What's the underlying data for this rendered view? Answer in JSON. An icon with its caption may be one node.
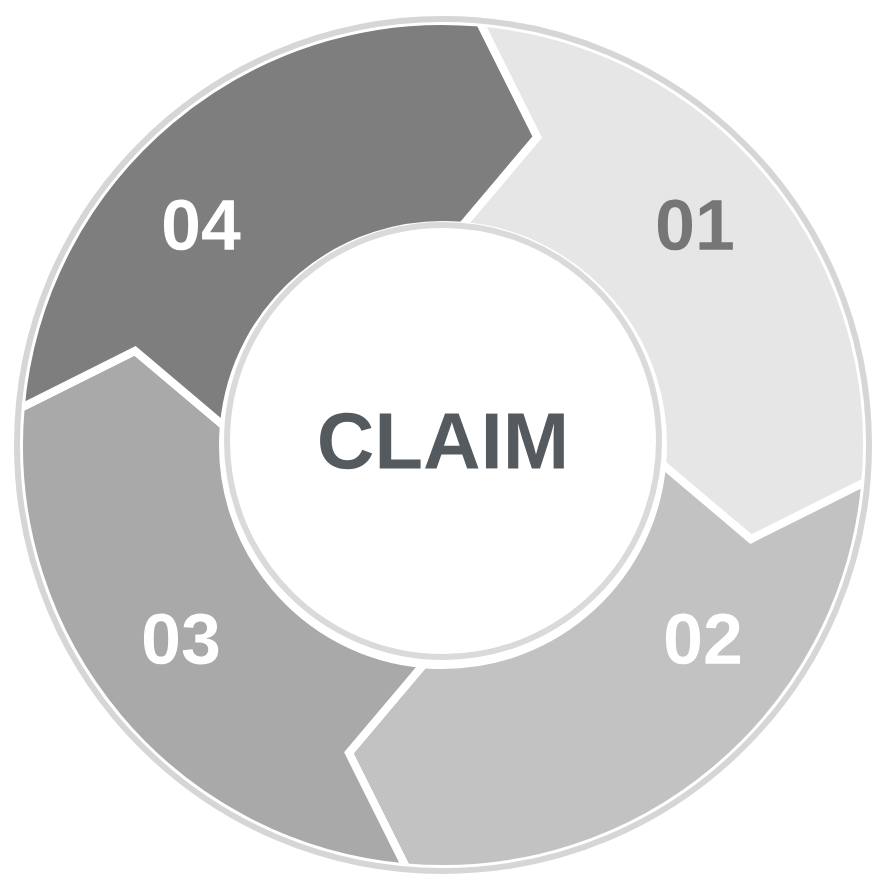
{
  "diagram": {
    "nodes": [
      {
        "text": [
          "01"
        ]
      },
      {
        "text": [
          "02"
        ]
      },
      {
        "text": [
          "03"
        ]
      },
      {
        "text": [
          "04"
        ]
      },
      {
        "text": [
          "CLAIM"
        ]
      }
    ]
  }
}
